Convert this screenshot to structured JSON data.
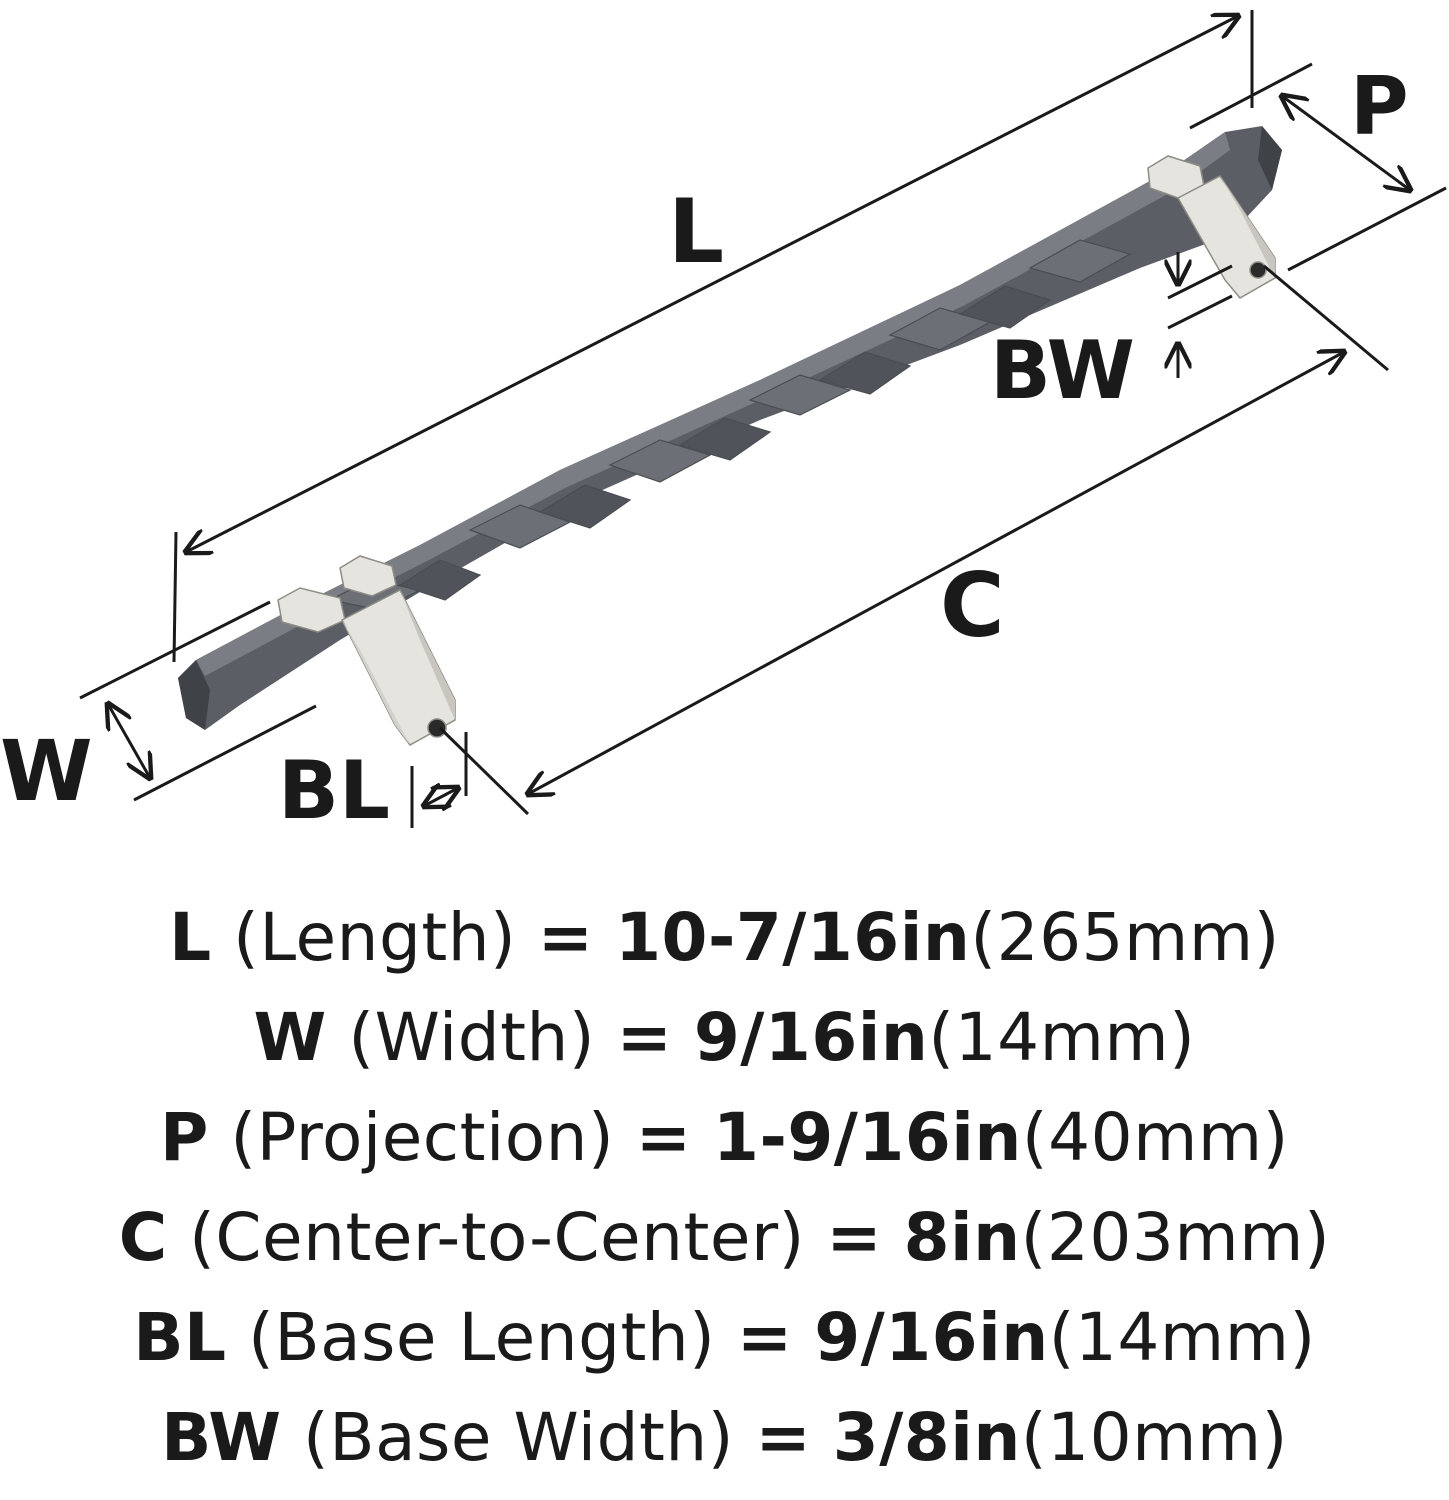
{
  "diagram": {
    "labels": {
      "length": "L",
      "projection": "P",
      "base_width": "BW",
      "center_to_center": "C",
      "width": "W",
      "base_length": "BL"
    },
    "colors": {
      "bar": "#5b5f65",
      "bar_light": "#7a7e84",
      "bar_dark": "#3f4246",
      "base": "#e6e4df",
      "base_shade": "#c9c6bf",
      "line": "#1a1a1a"
    }
  },
  "specs": [
    {
      "code": "L",
      "name": "(Length)",
      "eq": "=",
      "imperial": "10-7/16in",
      "metric": "(265mm)"
    },
    {
      "code": "W",
      "name": "(Width)",
      "eq": "=",
      "imperial": "9/16in",
      "metric": "(14mm)"
    },
    {
      "code": "P",
      "name": "(Projection)",
      "eq": "=",
      "imperial": "1-9/16in",
      "metric": "(40mm)"
    },
    {
      "code": "C",
      "name": "(Center-to-Center)",
      "eq": "=",
      "imperial": "8in",
      "metric": "(203mm)"
    },
    {
      "code": "BL",
      "name": "(Base Length)",
      "eq": "=",
      "imperial": "9/16in",
      "metric": "(14mm)"
    },
    {
      "code": "BW",
      "name": "(Base Width)",
      "eq": "=",
      "imperial": "3/8in",
      "metric": "(10mm)"
    }
  ]
}
